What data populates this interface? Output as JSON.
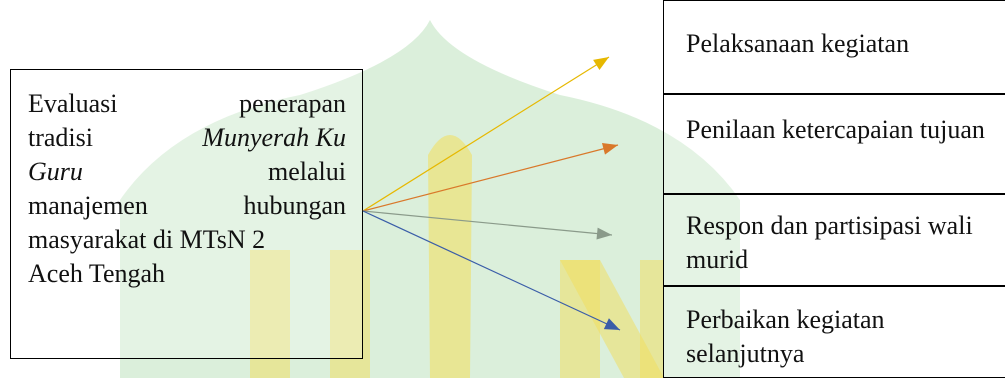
{
  "main_box": {
    "line1_word1": "Evaluasi",
    "line1_word2": "penerapan",
    "line2_word1": "tradisi",
    "line2_italic": "Munyerah Ku",
    "line3_italic": "Guru",
    "line3_word2": "melalui",
    "line4_word1": "manajemen",
    "line4_word2": "hubungan",
    "line5": "masyarakat di MTsN 2",
    "line6": "Aceh Tengah"
  },
  "outcomes": [
    {
      "label": "Pelaksanaan kegiatan",
      "arrow_color": "#e6b800"
    },
    {
      "label": "Penilaan ketercapaian tujuan",
      "arrow_color": "#d9782a"
    },
    {
      "label": "Respon dan partisipasi wali murid",
      "arrow_color": "#8a9a8a"
    },
    {
      "label": "Perbaikan kegiatan selanjutnya",
      "arrow_color": "#3a5da8"
    }
  ],
  "colors": {
    "watermark_green": "#7fc77f",
    "watermark_yellow": "#f2de5a"
  }
}
